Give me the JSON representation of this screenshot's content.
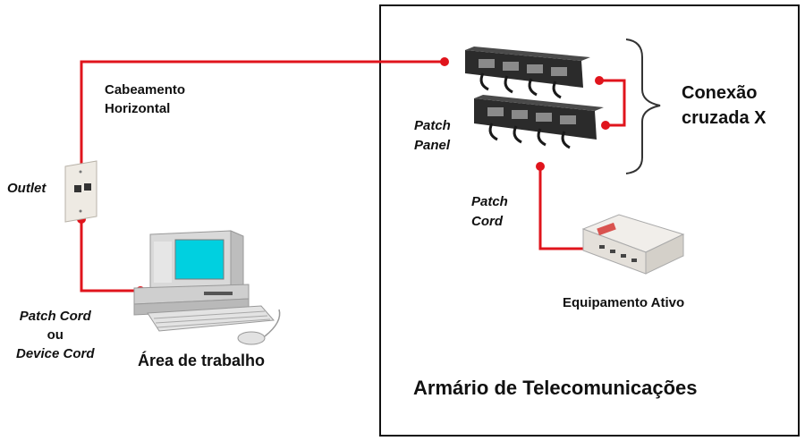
{
  "labels": {
    "cabeamento_line1": "Cabeamento",
    "cabeamento_line2": "Horizontal",
    "outlet": "Outlet",
    "patch_cord_line1": "Patch Cord",
    "patch_cord_line2": "ou",
    "patch_cord_line3": "Device Cord",
    "area_trabalho": "Área de trabalho",
    "patch_panel_line1": "Patch",
    "patch_panel_line2": "Panel",
    "patch_cord2_line1": "Patch",
    "patch_cord2_line2": "Cord",
    "conexao_line1": "Conexão",
    "conexao_line2": "cruzada X",
    "equipamento": "Equipamento Ativo",
    "armario": "Armário de Telecomunicações"
  },
  "colors": {
    "cable": "#e0141c",
    "enclosure_border": "#111111",
    "screen": "#00d0e0",
    "computer_body": "#dedede"
  },
  "icons": [
    "wall-outlet-icon",
    "desktop-computer-icon",
    "patch-panel-icon",
    "switch-device-icon",
    "curly-brace-icon"
  ]
}
